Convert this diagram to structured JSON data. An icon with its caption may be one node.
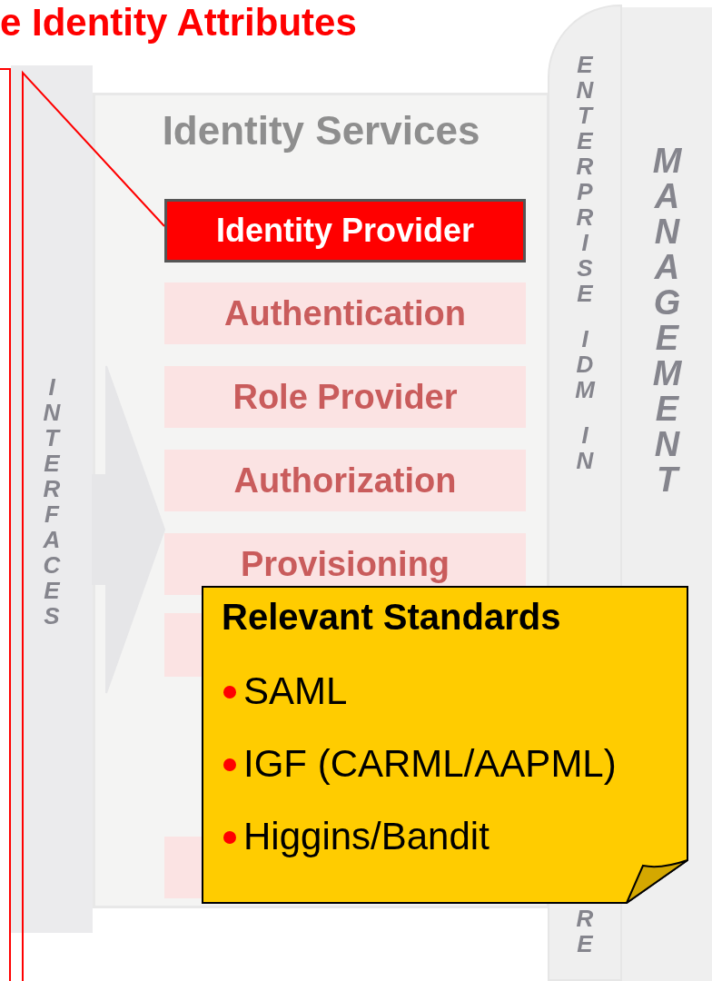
{
  "diagram": {
    "title": "e Identity Attributes",
    "nodes": [
      {
        "text": [
          "Identity Services"
        ]
      },
      {
        "text": [
          "Identity Provider"
        ],
        "in": 0
      },
      {
        "text": [
          "Authentication"
        ],
        "in": 0
      },
      {
        "text": [
          "Role Provider"
        ],
        "in": 0
      },
      {
        "text": [
          "Authorization"
        ],
        "in": 0
      },
      {
        "text": [
          "Provisioning"
        ],
        "in": 0
      },
      {
        "text": [],
        "shape": "box",
        "in": 0
      },
      {
        "text": [],
        "shape": "box",
        "in": 0
      },
      {
        "text": [
          "INTERFACES"
        ]
      },
      {
        "text": [
          "ENTERPRISE IDM IN",
          "RE"
        ]
      },
      {
        "text": [
          "MANAGEMENT"
        ]
      },
      {
        "text": [
          "Relevant Standards",
          "SAML",
          "IGF (CARML/AAPML)",
          "Higgins/Bandit"
        ]
      }
    ],
    "edges": [
      {
        "from": null,
        "to": 1,
        "arrow": "none",
        "color": "#ff0000"
      },
      {
        "from": 8,
        "to": 4,
        "arrow": "to",
        "style": "thick",
        "color": "#e6e6e8"
      }
    ]
  }
}
